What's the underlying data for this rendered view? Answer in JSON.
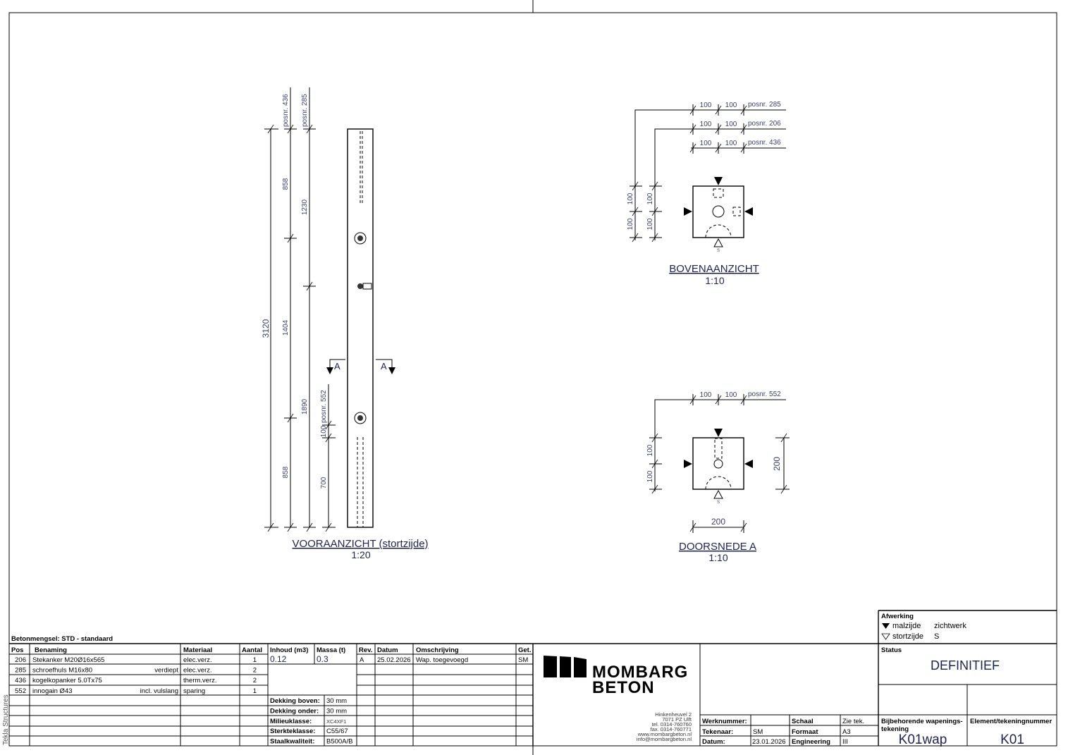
{
  "views": {
    "front": {
      "title": "VOORAANZICHT (stortzijde)",
      "scale": "1:20",
      "dims": {
        "total": "3120",
        "a1": "858",
        "a2": "1404",
        "a3": "858",
        "b1": "1230",
        "b2": "1890",
        "c1": "100",
        "c2": "700"
      },
      "posnr": {
        "p436": "posnr. 436",
        "p285": "posnr. 285",
        "p552": "posnr. 552"
      },
      "section_mark": "A"
    },
    "top": {
      "title": "BOVENAANZICHT",
      "scale": "1:10",
      "dims": {
        "d100": "100"
      },
      "posnr": {
        "p285": "posnr. 285",
        "p206": "posnr. 206",
        "p436": "posnr. 436"
      },
      "side_label": "S"
    },
    "section": {
      "title": "DOORSNEDE A",
      "scale": "1:10",
      "dims": {
        "d100": "100",
        "width": "200",
        "height": "200"
      },
      "posnr": {
        "p552": "posnr. 552"
      },
      "side_label": "S"
    }
  },
  "parts": {
    "mix": "Betonmengsel: STD - standaard",
    "headers": {
      "pos": "Pos",
      "name": "Benaming",
      "material": "Materiaal",
      "qty": "Aantal"
    },
    "rows": [
      {
        "pos": "206",
        "name": "Stekanker M20Ø16x565",
        "note": "",
        "material": "elec.verz.",
        "qty": "1"
      },
      {
        "pos": "285",
        "name": "schroefhuls M16x80",
        "note": "verdiept",
        "material": "elec.verz.",
        "qty": "2"
      },
      {
        "pos": "436",
        "name": "kogelkopanker 5.0Tx75",
        "note": "",
        "material": "therm.verz.",
        "qty": "2"
      },
      {
        "pos": "552",
        "name": "innogain Ø43",
        "note": "incl. vulslang",
        "material": "sparing",
        "qty": "1"
      }
    ]
  },
  "props": {
    "volume_label": "Inhoud (m3)",
    "volume": "0.12",
    "mass_label": "Massa (t)",
    "mass": "0.3",
    "rows": [
      {
        "label": "Dekking boven:",
        "value": "30 mm"
      },
      {
        "label": "Dekking onder:",
        "value": "30 mm"
      },
      {
        "label": "Milieuklasse:",
        "value": "XC4XF1"
      },
      {
        "label": "Sterkteklasse:",
        "value": "C55/67"
      },
      {
        "label": "Staalkwaliteit:",
        "value": "B500A/B"
      }
    ]
  },
  "revisions": {
    "headers": {
      "rev": "Rev.",
      "date": "Datum",
      "desc": "Omschrijving",
      "by": "Get."
    },
    "rows": [
      {
        "rev": "A",
        "date": "25.02.2026",
        "desc": "Wap. toegevoegd",
        "by": "SM"
      }
    ]
  },
  "company": {
    "name1": "MOMBARG",
    "name2": "BETON",
    "address": [
      "Hinkenheuvel 2",
      "7071 PZ Ulft",
      "tel. 0314-760760",
      "fax. 0314-760771",
      "www.mombargbeton.nl",
      "info@mombargbeton.nl"
    ]
  },
  "info": {
    "werknummer_label": "Werknummer:",
    "werknummer": "",
    "tekenaar_label": "Tekenaar:",
    "tekenaar": "SM",
    "datum_label": "Datum:",
    "datum": "23.01.2026",
    "schaal_label": "Schaal",
    "schaal": "Zie tek.",
    "formaat_label": "Formaat",
    "formaat": "A3",
    "engineering_label": "Engineering",
    "engineering": "III"
  },
  "finish": {
    "label": "Afwerking",
    "mal": "malzijde",
    "mal_value": "zichtwerk",
    "stort": "stortzijde",
    "stort_value": "S"
  },
  "status": {
    "label": "Status",
    "value": "DEFINITIEF"
  },
  "rebar_drawing": {
    "label1": "Bijbehorende wapenings-",
    "label2": "tekening",
    "value": "K01wap"
  },
  "element": {
    "label": "Element/tekeningnummer",
    "value": "K01"
  },
  "software": "Tekla Structures"
}
